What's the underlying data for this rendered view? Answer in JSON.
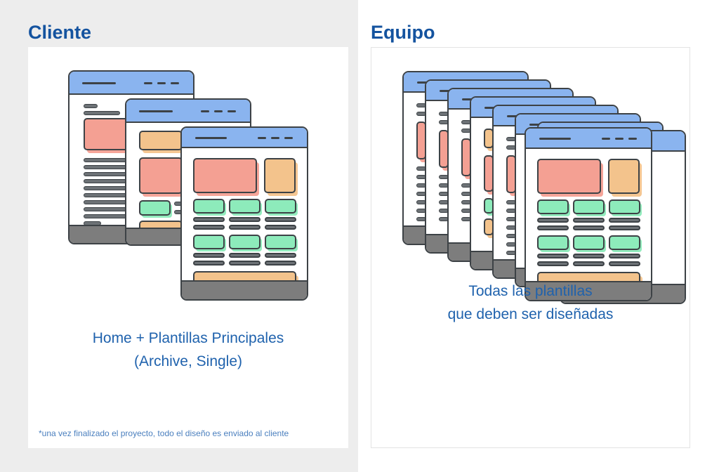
{
  "panels": {
    "client": {
      "title": "Cliente",
      "caption": "Home + Plantillas Principales\n(Archive, Single)",
      "footnote": "*una vez finalizado el proyecto, todo el diseño es enviado al cliente",
      "card_count": 3
    },
    "team": {
      "title": "Equipo",
      "caption": "Todas las plantillas\nque deben ser diseñadas",
      "card_count": 9
    }
  },
  "colors": {
    "heading": "#14539f",
    "caption": "#1f62ad",
    "footnote": "#4a7fbe",
    "panel_background": "#ededed",
    "card_background": "#ffffff",
    "card_outline": "#3d4246",
    "header_blue": "#8ab4ef",
    "footer_gray": "#7d7d7d",
    "block_salmon": "#f4a093",
    "block_orange": "#f3c38c",
    "block_green": "#8debbb",
    "text_line_gray": "#6d7276",
    "panel_border": "#e3e3e3"
  },
  "mockup": {
    "header_bar": {
      "solid_line_count": 1,
      "dash_count": 3
    },
    "front_layout": {
      "hero_block": "salmon",
      "side_block": "orange",
      "grid_rows": 2,
      "grid_columns": 3,
      "grid_block_color": "green",
      "text_lines_per_cell": 2,
      "footer_bar": "orange"
    },
    "middle_layout": {
      "top_block": "orange",
      "hero_block": "salmon",
      "thumb_block": "green",
      "bottom_bar": "orange"
    },
    "back_layout": {
      "top_lines": 2,
      "hero_block": "salmon",
      "body_lines": 11
    }
  }
}
